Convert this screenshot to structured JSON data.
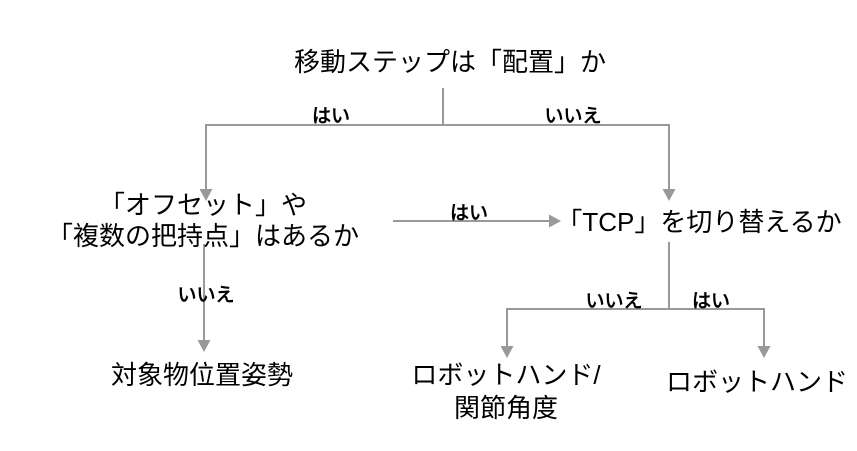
{
  "flowchart": {
    "root_question": "移動ステップは「配置」か",
    "left_question": {
      "line1": "「オフセット」や",
      "line2": "「複数の把持点」はあるか"
    },
    "tcp_question": "「TCP」を切り替えるか",
    "leaf_object_pose": "対象物位置姿勢",
    "leaf_hand_joint": {
      "line1": "ロボットハンド/",
      "line2": "関節角度"
    },
    "leaf_hand": "ロボットハンド",
    "edge_labels": {
      "root_yes": "はい",
      "root_no": "いいえ",
      "offset_no": "いいえ",
      "to_tcp_yes": "はい",
      "tcp_no": "いいえ",
      "tcp_yes": "はい"
    },
    "structure": [
      {
        "from": "移動ステップは「配置」か",
        "label": "はい",
        "to": "「オフセット」や「複数の把持点」はあるか"
      },
      {
        "from": "移動ステップは「配置」か",
        "label": "いいえ",
        "to": "「TCP」を切り替えるか"
      },
      {
        "from": "「オフセット」や「複数の把持点」はあるか",
        "label": "はい",
        "to": "「TCP」を切り替えるか"
      },
      {
        "from": "「オフセット」や「複数の把持点」はあるか",
        "label": "いいえ",
        "to": "対象物位置姿勢"
      },
      {
        "from": "「TCP」を切り替えるか",
        "label": "いいえ",
        "to": "ロボットハンド/関節角度"
      },
      {
        "from": "「TCP」を切り替えるか",
        "label": "はい",
        "to": "ロボットハンド"
      }
    ],
    "colors": {
      "line": "#999999",
      "text": "#000000",
      "background": "#ffffff"
    }
  }
}
